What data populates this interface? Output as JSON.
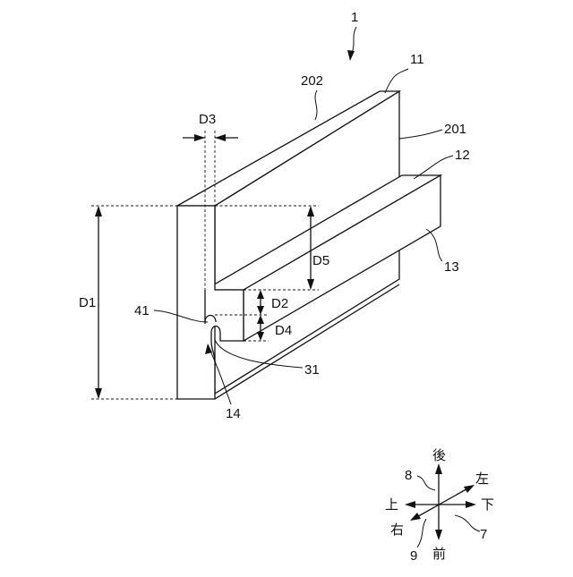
{
  "figure": {
    "assembly_label": "1",
    "part_labels": {
      "p11": "11",
      "p12": "12",
      "p13": "13",
      "p14": "14",
      "p31": "31",
      "p41": "41",
      "p201": "201",
      "p202": "202"
    },
    "dimension_labels": {
      "d1": "D1",
      "d2": "D2",
      "d3": "D3",
      "d4": "D4",
      "d5": "D5"
    }
  },
  "direction_key": {
    "back": "後",
    "front": "前",
    "left": "左",
    "right": "右",
    "up": "上",
    "down": "下",
    "axis_7": "7",
    "axis_8": "8",
    "axis_9": "9"
  }
}
